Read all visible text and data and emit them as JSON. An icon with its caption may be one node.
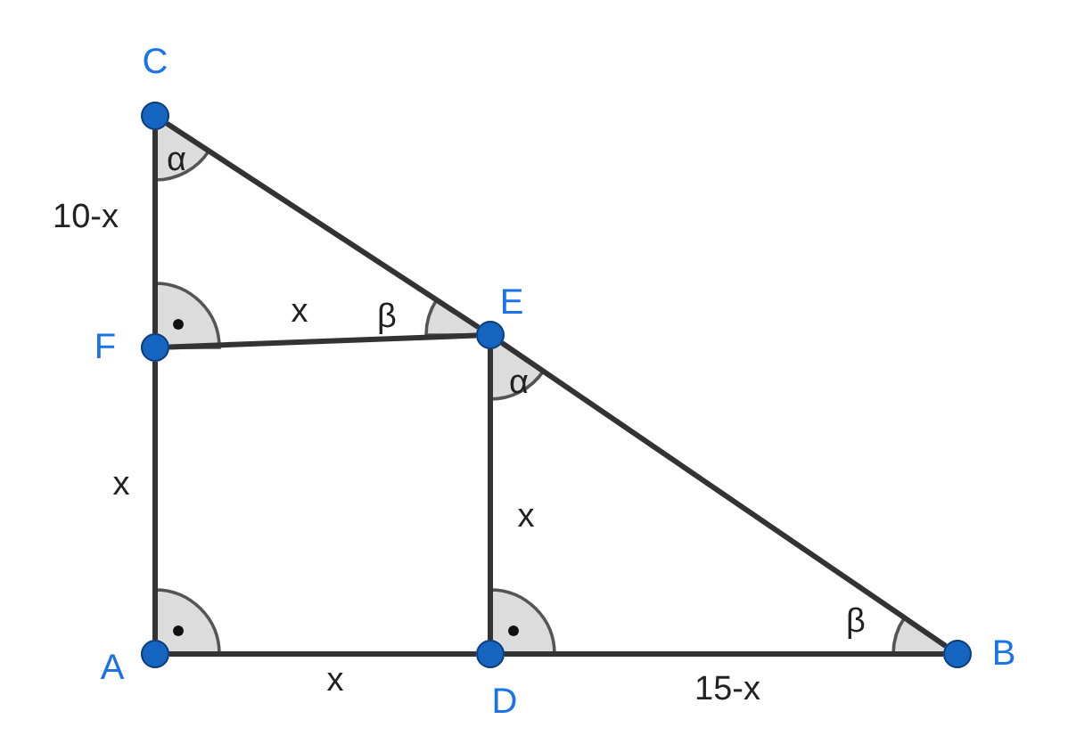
{
  "diagram": {
    "nodes": [
      {
        "text": [
          "C"
        ]
      },
      {
        "text": [
          "F"
        ]
      },
      {
        "text": [
          "A"
        ]
      },
      {
        "text": [
          "E"
        ]
      },
      {
        "text": [
          "D"
        ]
      },
      {
        "text": [
          "B"
        ]
      }
    ],
    "edges": [
      {
        "from": 0,
        "to": 1,
        "arrow": "none"
      },
      {
        "from": 1,
        "to": 2,
        "arrow": "none"
      },
      {
        "from": 2,
        "to": 4,
        "arrow": "none"
      },
      {
        "from": 4,
        "to": 5,
        "arrow": "none"
      },
      {
        "from": 5,
        "to": 3,
        "arrow": "none"
      },
      {
        "from": 3,
        "to": 0,
        "arrow": "none"
      },
      {
        "from": 1,
        "to": 3,
        "arrow": "none"
      },
      {
        "from": 3,
        "to": 4,
        "arrow": "none"
      }
    ],
    "labels": [
      "α",
      "10-x",
      "x",
      "β",
      "α",
      "x",
      "x",
      "β",
      "x",
      "15-x"
    ]
  }
}
